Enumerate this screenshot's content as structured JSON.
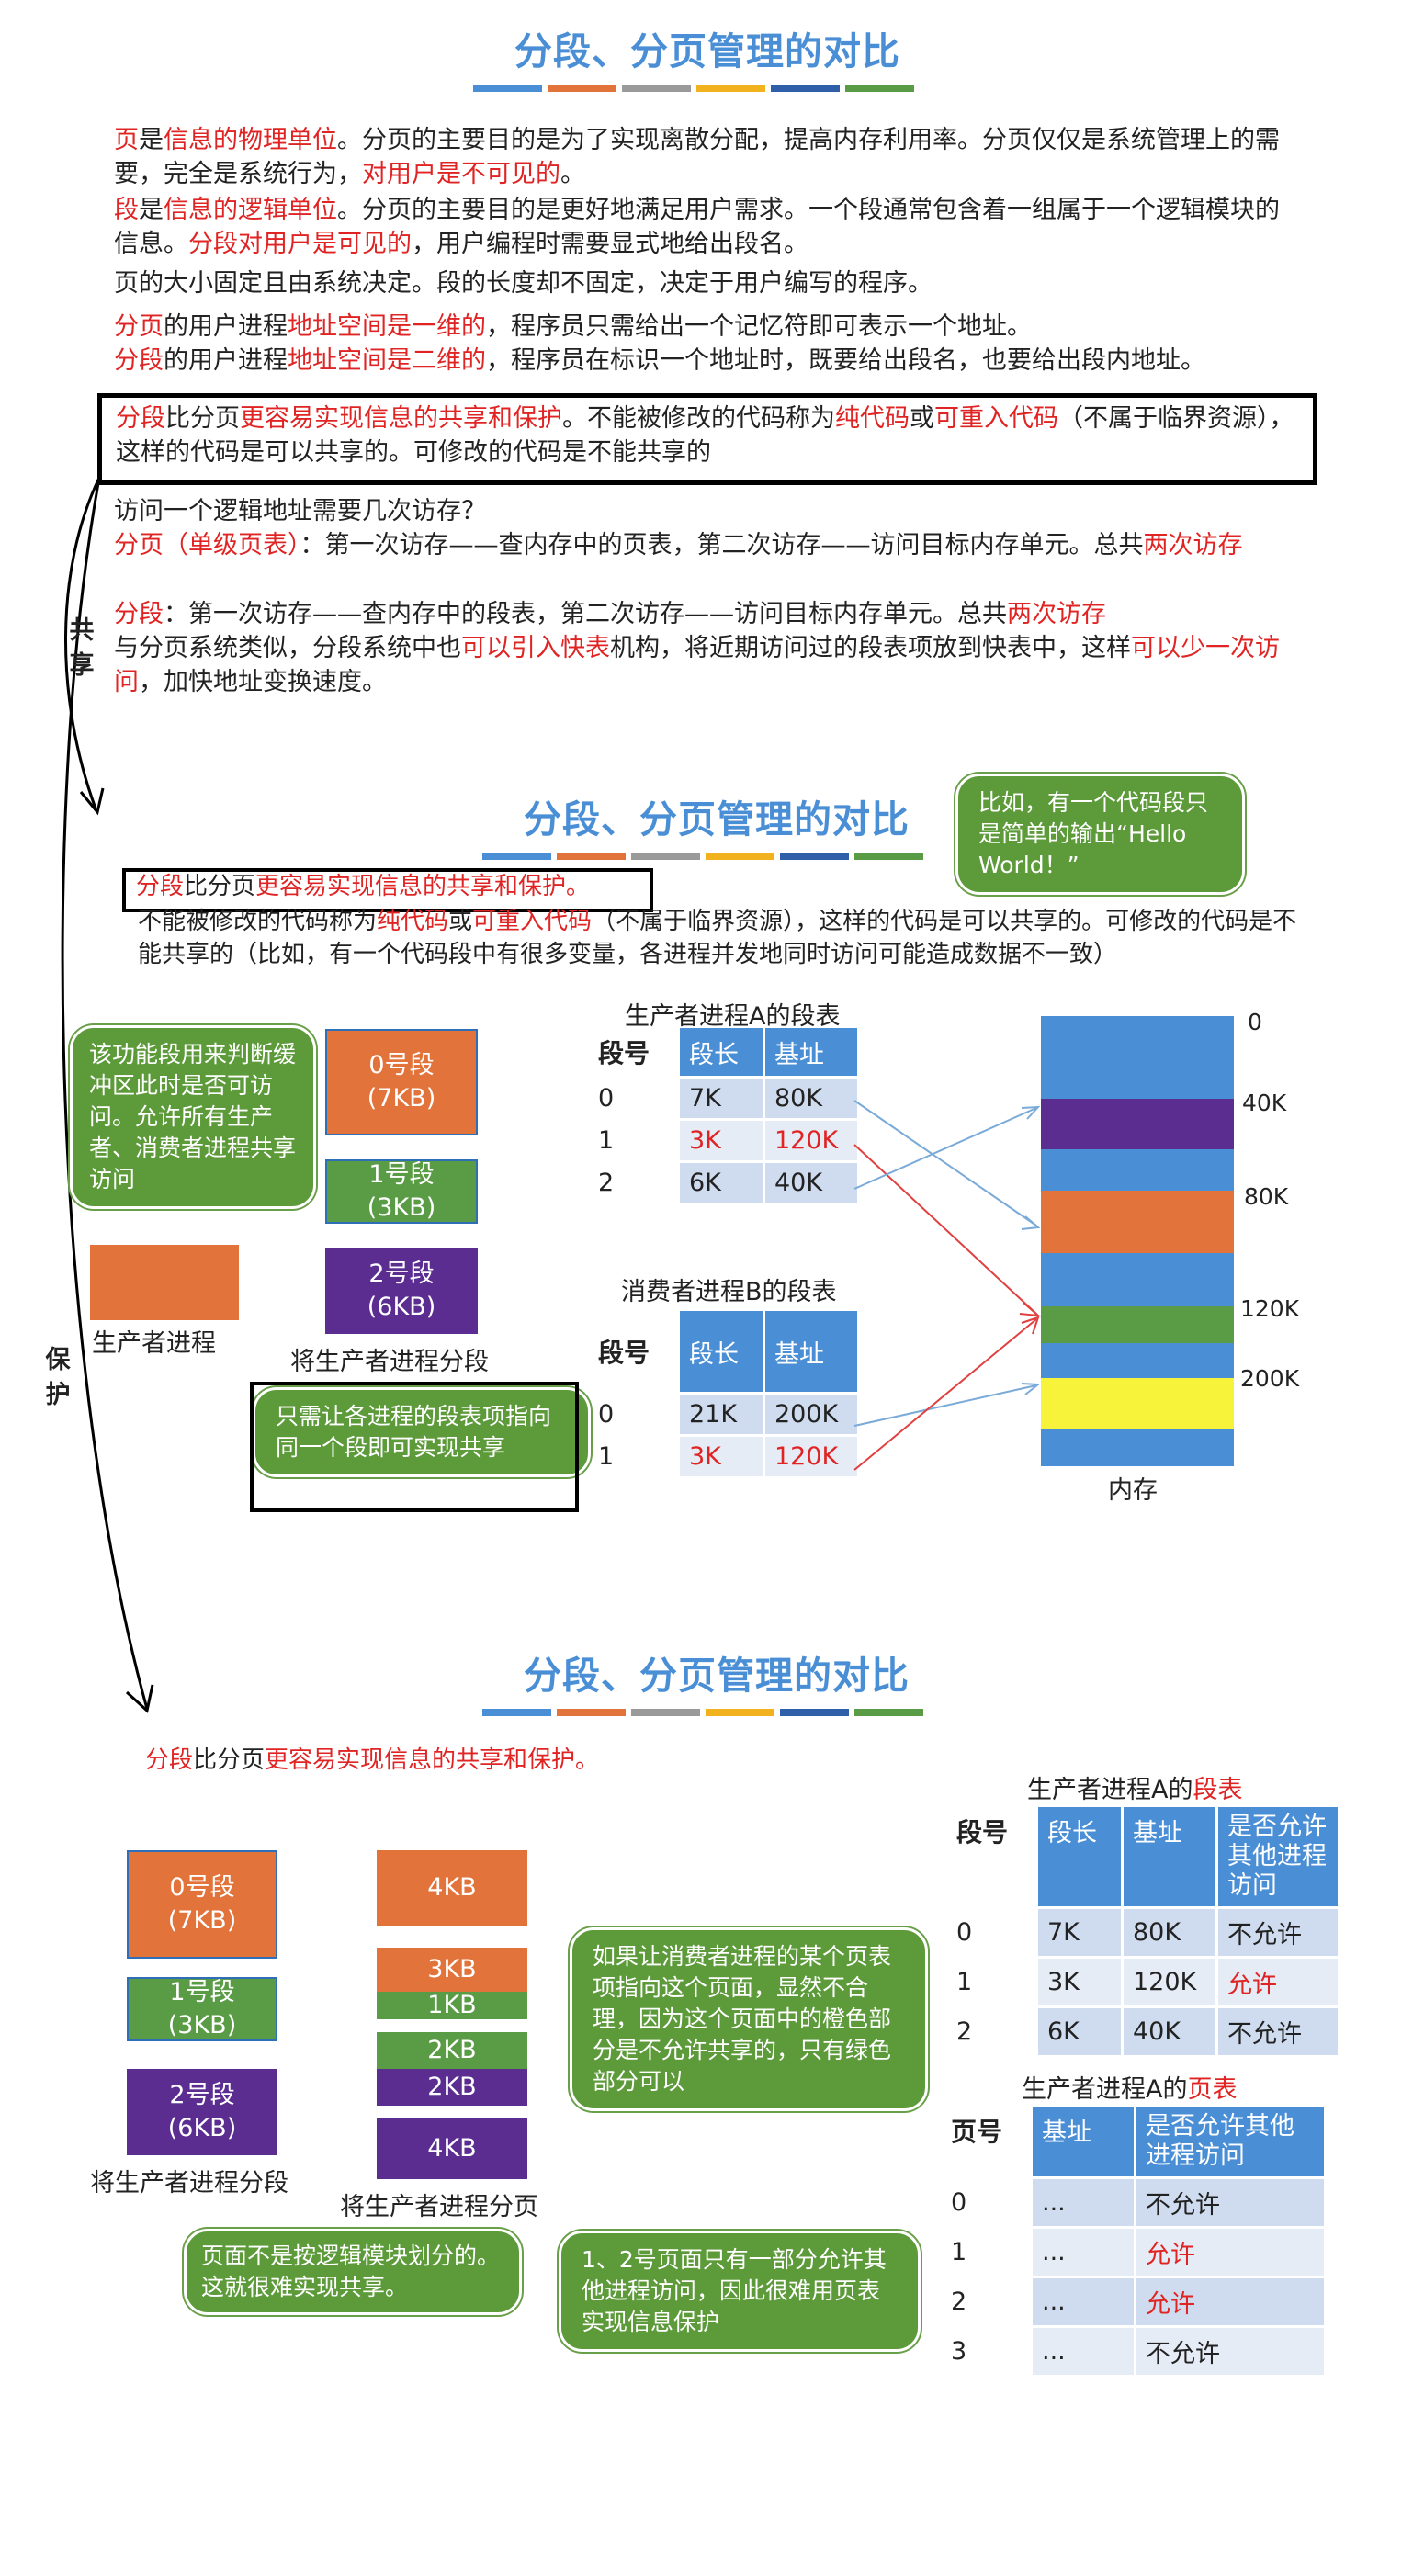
{
  "title": "分段、分页管理的对比",
  "stripe_colors": [
    "#4a8fd6",
    "#e2733a",
    "#9a9a9a",
    "#f2b21d",
    "#2f5fa8",
    "#5a9c45"
  ],
  "section1": {
    "p1": [
      {
        "t": "页",
        "red": true
      },
      {
        "t": "是"
      },
      {
        "t": "信息的物理单位",
        "red": true
      },
      {
        "t": "。分页的主要目的是为了实现离散分配，提高内存利用率。分页仅仅是系统管理上的需要，完全是系统行为，"
      },
      {
        "t": "对用户是不可见的",
        "red": true
      },
      {
        "t": "。"
      }
    ],
    "p2": [
      {
        "t": "段",
        "red": true
      },
      {
        "t": "是"
      },
      {
        "t": "信息的逻辑单位",
        "red": true
      },
      {
        "t": "。分页的主要目的是更好地满足用户需求。一个段通常包含着一组属于一个逻辑模块的信息。"
      },
      {
        "t": "分段对用户是可见的",
        "red": true
      },
      {
        "t": "，用户编程时需要显式地给出段名。"
      }
    ],
    "p3": "页的大小固定且由系统决定。段的长度却不固定，决定于用户编写的程序。",
    "p4": [
      {
        "t": "分页",
        "red": true
      },
      {
        "t": "的用户进程"
      },
      {
        "t": "地址空间是一维的",
        "red": true
      },
      {
        "t": "，程序员只需给出一个记忆符即可表示一个地址。"
      }
    ],
    "p5": [
      {
        "t": "分段",
        "red": true
      },
      {
        "t": "的用户进程"
      },
      {
        "t": "地址空间是二维的",
        "red": true
      },
      {
        "t": "，程序员在标识一个地址时，既要给出段名，也要给出段内地址。"
      }
    ],
    "p6": [
      {
        "t": "分段",
        "red": true
      },
      {
        "t": "比分页"
      },
      {
        "t": "更容易实现信息的共享和保护",
        "red": true
      },
      {
        "t": "。不能被修改的代码称为"
      },
      {
        "t": "纯代码",
        "red": true
      },
      {
        "t": "或"
      },
      {
        "t": "可重入代码",
        "red": true
      },
      {
        "t": "（不属于临界资源），这样的代码是可以共享的。可修改的代码是不能共享的"
      }
    ],
    "p7": "访问一个逻辑地址需要几次访存？",
    "p8": [
      {
        "t": "分页（单级页表）",
        "red": true
      },
      {
        "t": "：第一次访存——查内存中的页表，第二次访存——访问目标内存单元。总共"
      },
      {
        "t": "两次访存",
        "red": true
      }
    ],
    "p9": [
      {
        "t": "分段",
        "red": true
      },
      {
        "t": "：第一次访存——查内存中的段表，第二次访存——访问目标内存单元。总共"
      },
      {
        "t": "两次访存",
        "red": true
      }
    ],
    "p10": [
      {
        "t": "与分页系统类似，分段系统中也"
      },
      {
        "t": "可以引入快表",
        "red": true
      },
      {
        "t": "机构，将近期访问过的段表项放到快表中，这样"
      },
      {
        "t": "可以少一次访问",
        "red": true
      },
      {
        "t": "，加快地址变换速度。"
      }
    ],
    "side_share": "共享",
    "side_protect": "保护"
  },
  "section2": {
    "lead": [
      {
        "t": "分段",
        "red": true
      },
      {
        "t": "比分页"
      },
      {
        "t": "更容易实现信息的共享和保护。",
        "red": true
      }
    ],
    "body": [
      {
        "t": "不能被修改的代码称为"
      },
      {
        "t": "纯代码",
        "red": true
      },
      {
        "t": "或"
      },
      {
        "t": "可重入代码",
        "red": true
      },
      {
        "t": "（不属于临界资源），这样的代码是可以共享的。可修改的代码是不能共享的（比如，有一个代码段中有很多变量，各进程并发地同时访问可能造成数据不一致）"
      }
    ],
    "callout_example": "比如，有一个代码段只是简单的输出“Hello World！”",
    "callout_buffer": "该功能段用来判断缓冲区此时是否可访问。允许所有生产者、消费者进程共享访问",
    "callout_share": "只需让各进程的段表项指向同一个段即可实现共享",
    "seg0": "0号段\n(7KB)",
    "seg1": "1号段\n(3KB)",
    "seg2": "2号段\n(6KB)",
    "producer_label": "生产者进程",
    "split_label": "将生产者进程分段",
    "tableA_title": "生产者进程A的段表",
    "tableB_title": "消费者进程B的段表",
    "col_seg": "段号",
    "col_len": "段长",
    "col_base": "基址",
    "tableA": [
      {
        "n": "0",
        "len": "7K",
        "base": "80K",
        "red": false
      },
      {
        "n": "1",
        "len": "3K",
        "base": "120K",
        "red": true
      },
      {
        "n": "2",
        "len": "6K",
        "base": "40K",
        "red": false
      }
    ],
    "tableB": [
      {
        "n": "0",
        "len": "21K",
        "base": "200K",
        "red": false
      },
      {
        "n": "1",
        "len": "3K",
        "base": "120K",
        "red": true
      }
    ],
    "mem_labels": [
      "0",
      "40K",
      "80K",
      "120K",
      "200K"
    ],
    "mem_caption": "内存"
  },
  "section3": {
    "lead": [
      {
        "t": "分段",
        "red": true
      },
      {
        "t": "比分页"
      },
      {
        "t": "更容易实现信息的共享和保护。",
        "red": true
      }
    ],
    "seg0": "0号段\n(7KB)",
    "seg1": "1号段\n(3KB)",
    "seg2": "2号段\n(6KB)",
    "split_seg_label": "将生产者进程分段",
    "split_page_label": "将生产者进程分页",
    "pages": [
      "4KB",
      "3KB",
      "1KB",
      "2KB",
      "2KB",
      "4KB"
    ],
    "callout_page": "如果让消费者进程的某个页表项指向这个页面，显然不合理，因为这个页面中的橙色部分是不允许共享的，只有绿色部分可以",
    "callout_logic": "页面不是按逻辑模块划分的。这就很难实现共享。",
    "callout_protect": "1、2号页面只有一部分允许其他进程访问，因此很难用页表实现信息保护",
    "segtable_title_prefix": "生产者进程A的",
    "segtable_title_suffix": "段表",
    "pagetable_title_prefix": "生产者进程A的",
    "pagetable_title_suffix": "页表",
    "col_seg": "段号",
    "col_len": "段长",
    "col_base": "基址",
    "col_allow": "是否允许其他进程访问",
    "col_page": "页号",
    "col_allow2": "是否允许其他进程访问",
    "segtable": [
      {
        "n": "0",
        "len": "7K",
        "base": "80K",
        "allow": "不允许",
        "red": false
      },
      {
        "n": "1",
        "len": "3K",
        "base": "120K",
        "allow": "允许",
        "red": true
      },
      {
        "n": "2",
        "len": "6K",
        "base": "40K",
        "allow": "不允许",
        "red": false
      }
    ],
    "pagetable": [
      {
        "n": "0",
        "base": "...",
        "allow": "不允许",
        "red": false
      },
      {
        "n": "1",
        "base": "...",
        "allow": "允许",
        "red": true
      },
      {
        "n": "2",
        "base": "...",
        "allow": "允许",
        "red": true
      },
      {
        "n": "3",
        "base": "...",
        "allow": "不允许",
        "red": false
      }
    ]
  }
}
